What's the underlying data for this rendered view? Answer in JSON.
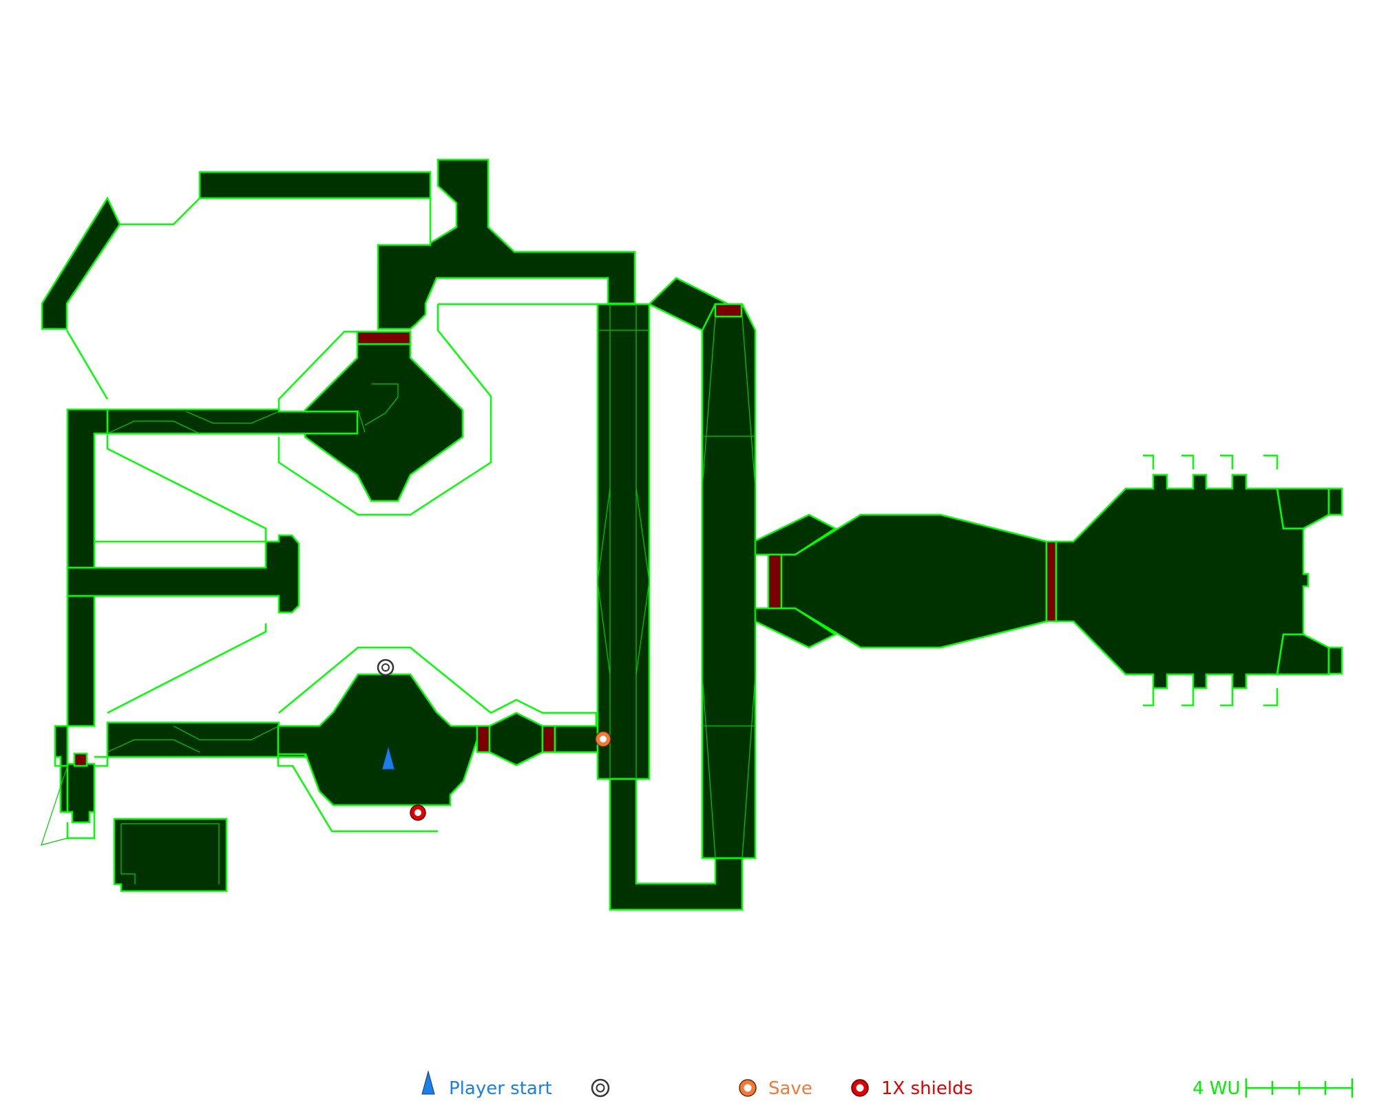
{
  "map": {
    "colors": {
      "background": "#ffffff",
      "floor_fill": "#003200",
      "outline": "#00ff00",
      "inner_line": "#00cc00",
      "door_fill": "#7a0000",
      "player_start": "#1a7fe6",
      "save": "#f07a3a",
      "shields": "#e00000",
      "neutral_marker": "#333333"
    },
    "markers": [
      {
        "type": "player-start"
      },
      {
        "type": "neutral"
      },
      {
        "type": "save"
      },
      {
        "type": "shields"
      }
    ]
  },
  "legend": {
    "items": [
      {
        "icon": "player-start-icon",
        "label": "Player start",
        "color": "#1a7fe6"
      },
      {
        "icon": "neutral-marker-icon",
        "label": "",
        "color": "#333333"
      },
      {
        "icon": "save-icon",
        "label": "Save",
        "color": "#f07a3a"
      },
      {
        "icon": "shields-icon",
        "label": "1X shields",
        "color": "#e00000"
      }
    ],
    "scale_label": "4 WU"
  }
}
